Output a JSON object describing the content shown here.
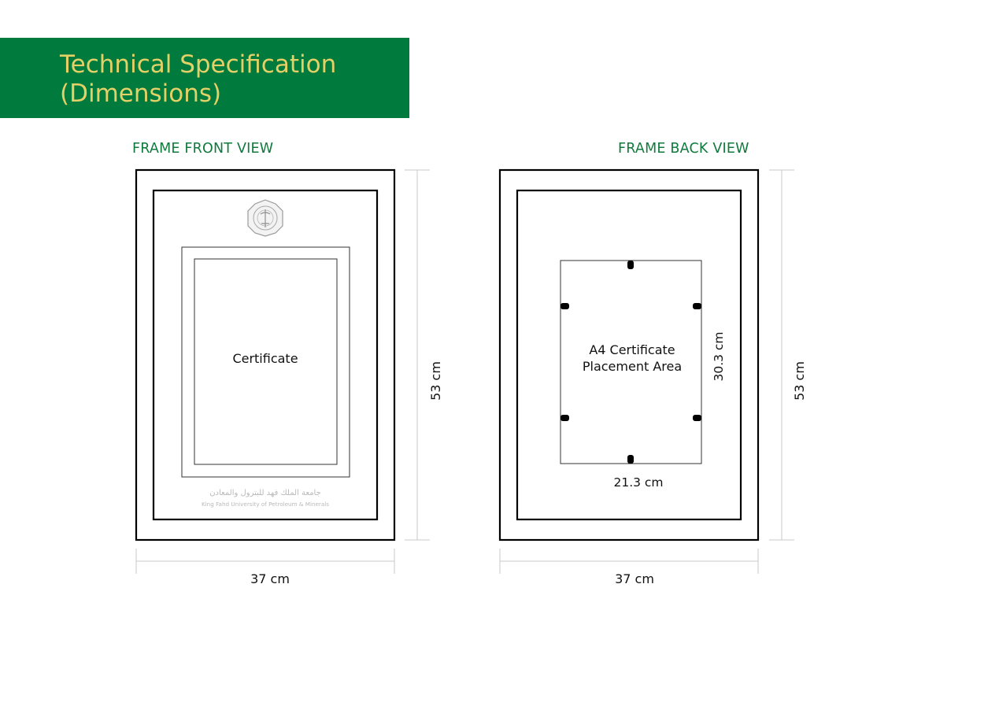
{
  "banner": {
    "title_line1": "Technical Specification",
    "title_line2": "(Dimensions)"
  },
  "front_view": {
    "label": "FRAME FRONT VIEW",
    "certificate_label": "Certificate",
    "university_name_ar": "جامعة الملك فهد للبترول والمعادن",
    "university_name_en": "King Fahd University of Petroleum & Minerals",
    "width": "37 cm",
    "height": "53 cm"
  },
  "back_view": {
    "label": "FRAME BACK VIEW",
    "placement_line1": "A4 Certificate",
    "placement_line2": "Placement Area",
    "area_width": "21.3 cm",
    "area_height": "30.3 cm",
    "width": "37 cm",
    "height": "53 cm"
  },
  "colors": {
    "banner": "#007a3d",
    "banner_text": "#e3d167",
    "view_label": "#0f7a3c"
  }
}
